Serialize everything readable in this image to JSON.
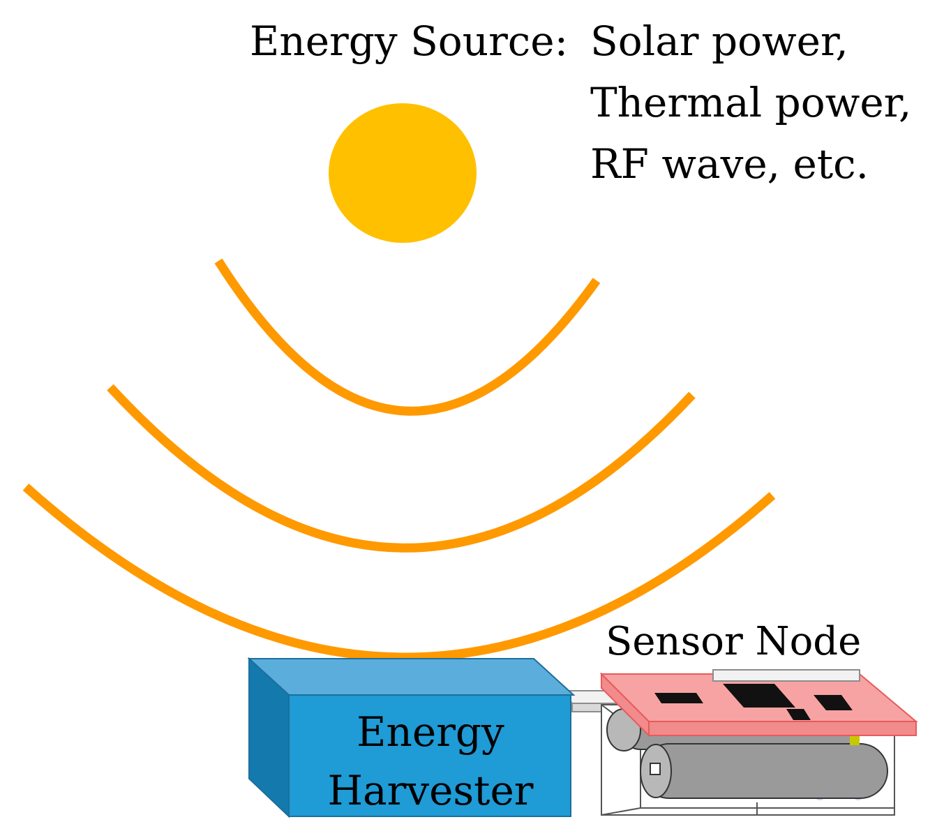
{
  "energy_source": {
    "title": "Energy Source:",
    "items": [
      "Solar power,",
      "Thermal power,",
      "RF wave, etc."
    ]
  },
  "harvester": {
    "lines": [
      "Energy",
      "Harvester"
    ]
  },
  "sensor_node": {
    "label": "Sensor Node"
  },
  "colors": {
    "sun": "#FFC000",
    "waves": "#FF9900",
    "harvester_front": "#1F9BD6",
    "harvester_top": "#5BAEDC",
    "harvester_side": "#147AAE",
    "pcb": "#F8A3A3",
    "pcb_edge": "#E85A5A",
    "chip": "#111111",
    "battery": "#9A9A9A"
  }
}
